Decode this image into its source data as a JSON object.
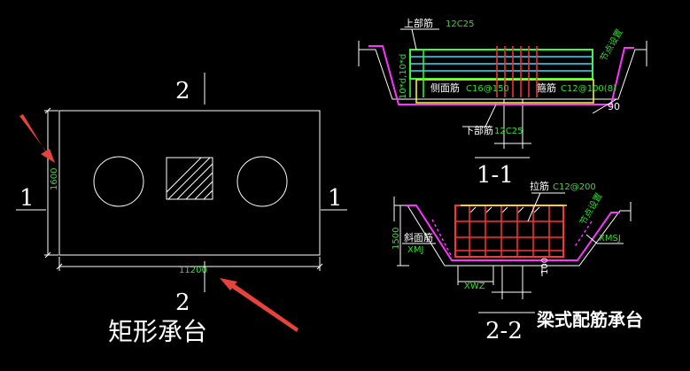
{
  "colors": {
    "background": "#000000",
    "outline": "#ffffff",
    "dimension": "#33dd33",
    "rebar_top": "#33ff33",
    "rebar_mid": "#33ddff",
    "rebar_red": "#ff3333",
    "rebar_yellow": "#ffff33",
    "cushion": "#ff33ff",
    "arrow": "#e8433a"
  },
  "plan": {
    "dim_width": "11200",
    "dim_height": "1600",
    "section1_left": "1",
    "section1_right": "1",
    "section2_top": "2",
    "section2_bottom": "2",
    "caption": "矩形承台"
  },
  "section11": {
    "top_rebar_label": "上部筋",
    "top_rebar_value": "12C25",
    "side_rebar_label": "侧面筋",
    "side_rebar_value": "C16@150",
    "stirrup_label": "箍筋",
    "stirrup_value": "C12@100(8)",
    "bottom_rebar_label": "下部筋",
    "bottom_rebar_value": "12C25",
    "anchor_label": "10*d,10*d",
    "angle": "90",
    "node_label": "节点设置",
    "title": "1-1"
  },
  "section22": {
    "tie_label": "拉筋",
    "tie_value": "C12@200",
    "slope_rebar_label": "斜面筋",
    "slope_rebar_value": "XMJ",
    "node_label": "节点设置",
    "xmsj": "XMSJ",
    "xwz": "XWZ",
    "height_dim": "1500",
    "bottom_dim": "100",
    "title": "2-2",
    "caption": "梁式配筋承台"
  }
}
